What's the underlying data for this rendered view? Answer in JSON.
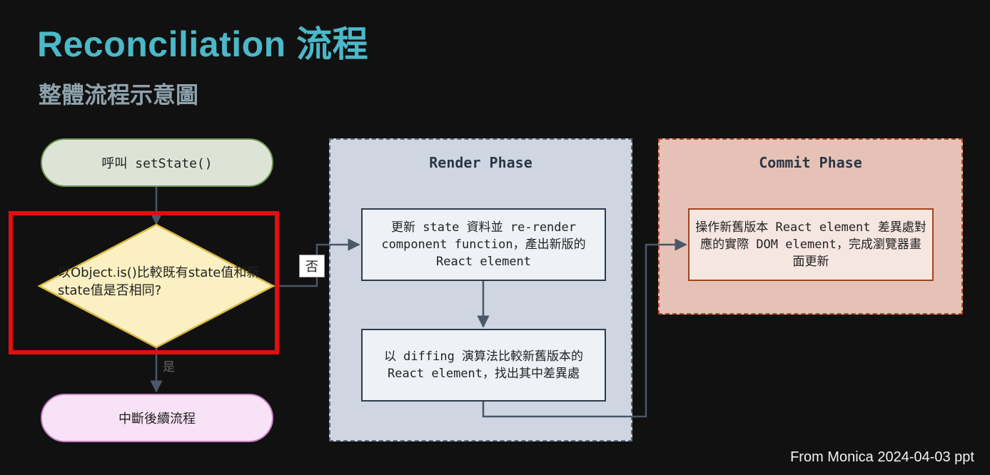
{
  "header": {
    "title": "Reconciliation 流程",
    "subtitle": "整體流程示意圖"
  },
  "flow": {
    "start": "呼叫 setState()",
    "decision": "以Object.is()比較既有state值和新state值是否相同?",
    "label_no": "否",
    "label_yes": "是",
    "end": "中斷後續流程"
  },
  "render_phase": {
    "title": "Render Phase",
    "step1": "更新 state 資料並 re-render component function，產出新版的 React element",
    "step2": "以 diffing 演算法比較新舊版本的 React element，找出其中差異處"
  },
  "commit_phase": {
    "title": "Commit Phase",
    "step1": "操作新舊版本 React element 差異處對應的實際 DOM element，完成瀏覽器畫面更新"
  },
  "footer": {
    "credit": "From Monica 2024-04-03 ppt"
  },
  "colors": {
    "title": "#4bb8c8",
    "highlight": "#e01010",
    "decision_fill": "#fbf0c2",
    "decision_stroke": "#d8b640"
  }
}
